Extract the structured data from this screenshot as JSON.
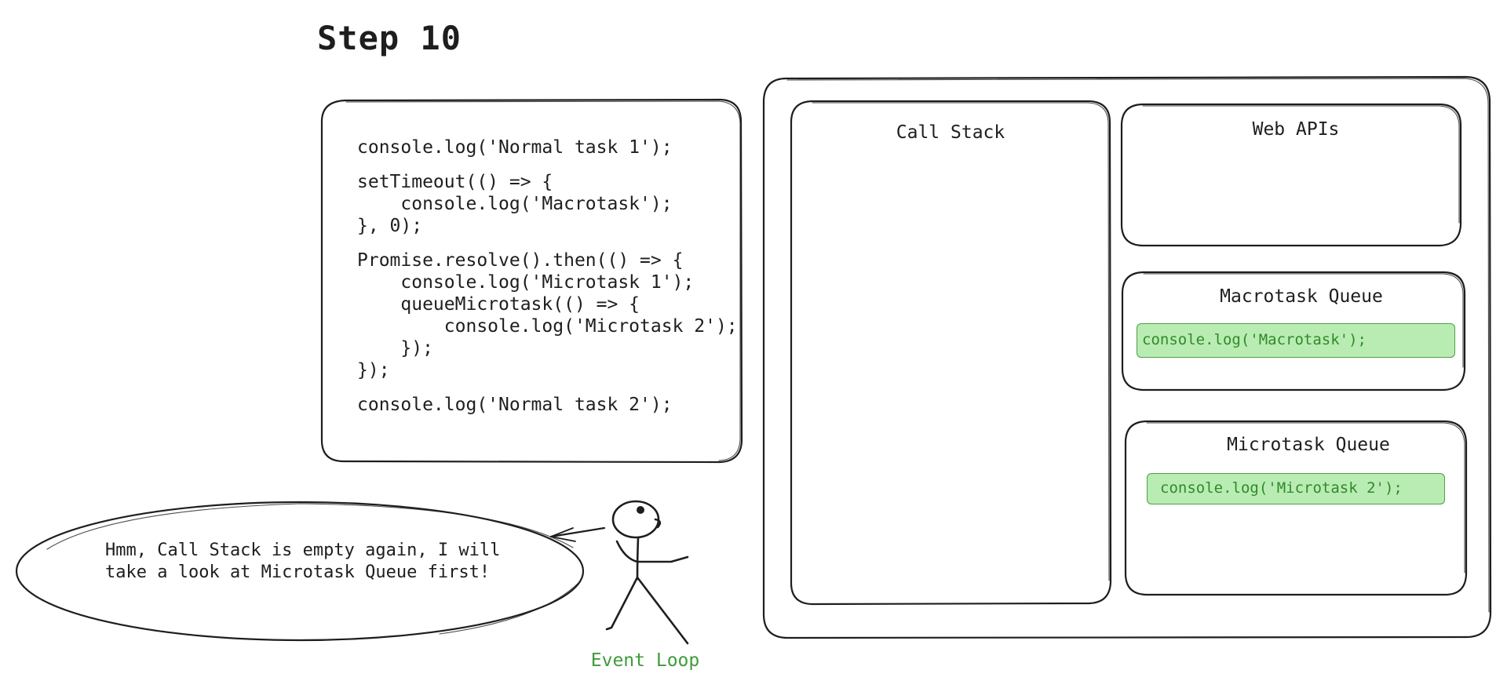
{
  "diagram": {
    "step_title": "Step 10",
    "code_lines": [
      "console.log('Normal task 1');",
      "",
      "setTimeout(() => {",
      "    console.log('Macrotask');",
      "}, 0);",
      "",
      "Promise.resolve().then(() => {",
      "    console.log('Microtask 1');",
      "    queueMicrotask(() => {",
      "        console.log('Microtask 2');",
      "    });",
      "});",
      "",
      "console.log('Normal task 2');"
    ],
    "panels": {
      "call_stack": {
        "title": "Call Stack",
        "items": []
      },
      "web_apis": {
        "title": "Web APIs",
        "items": []
      },
      "macrotask_queue": {
        "title": "Macrotask Queue",
        "items": [
          "console.log('Macrotask');"
        ]
      },
      "microtask_queue": {
        "title": "Microtask Queue",
        "items": [
          "console.log('Microtask 2');"
        ]
      }
    },
    "speech_bubble": "Hmm, Call Stack is empty again, I will take a look at Microtask Queue first!",
    "actor_label": "Event Loop",
    "colors": {
      "stroke": "#1e1e1e",
      "task_fill": "#b9ecb3",
      "task_border": "#4e9f46",
      "task_text": "#2f8a2a",
      "actor_label": "#3f9b3a"
    }
  }
}
